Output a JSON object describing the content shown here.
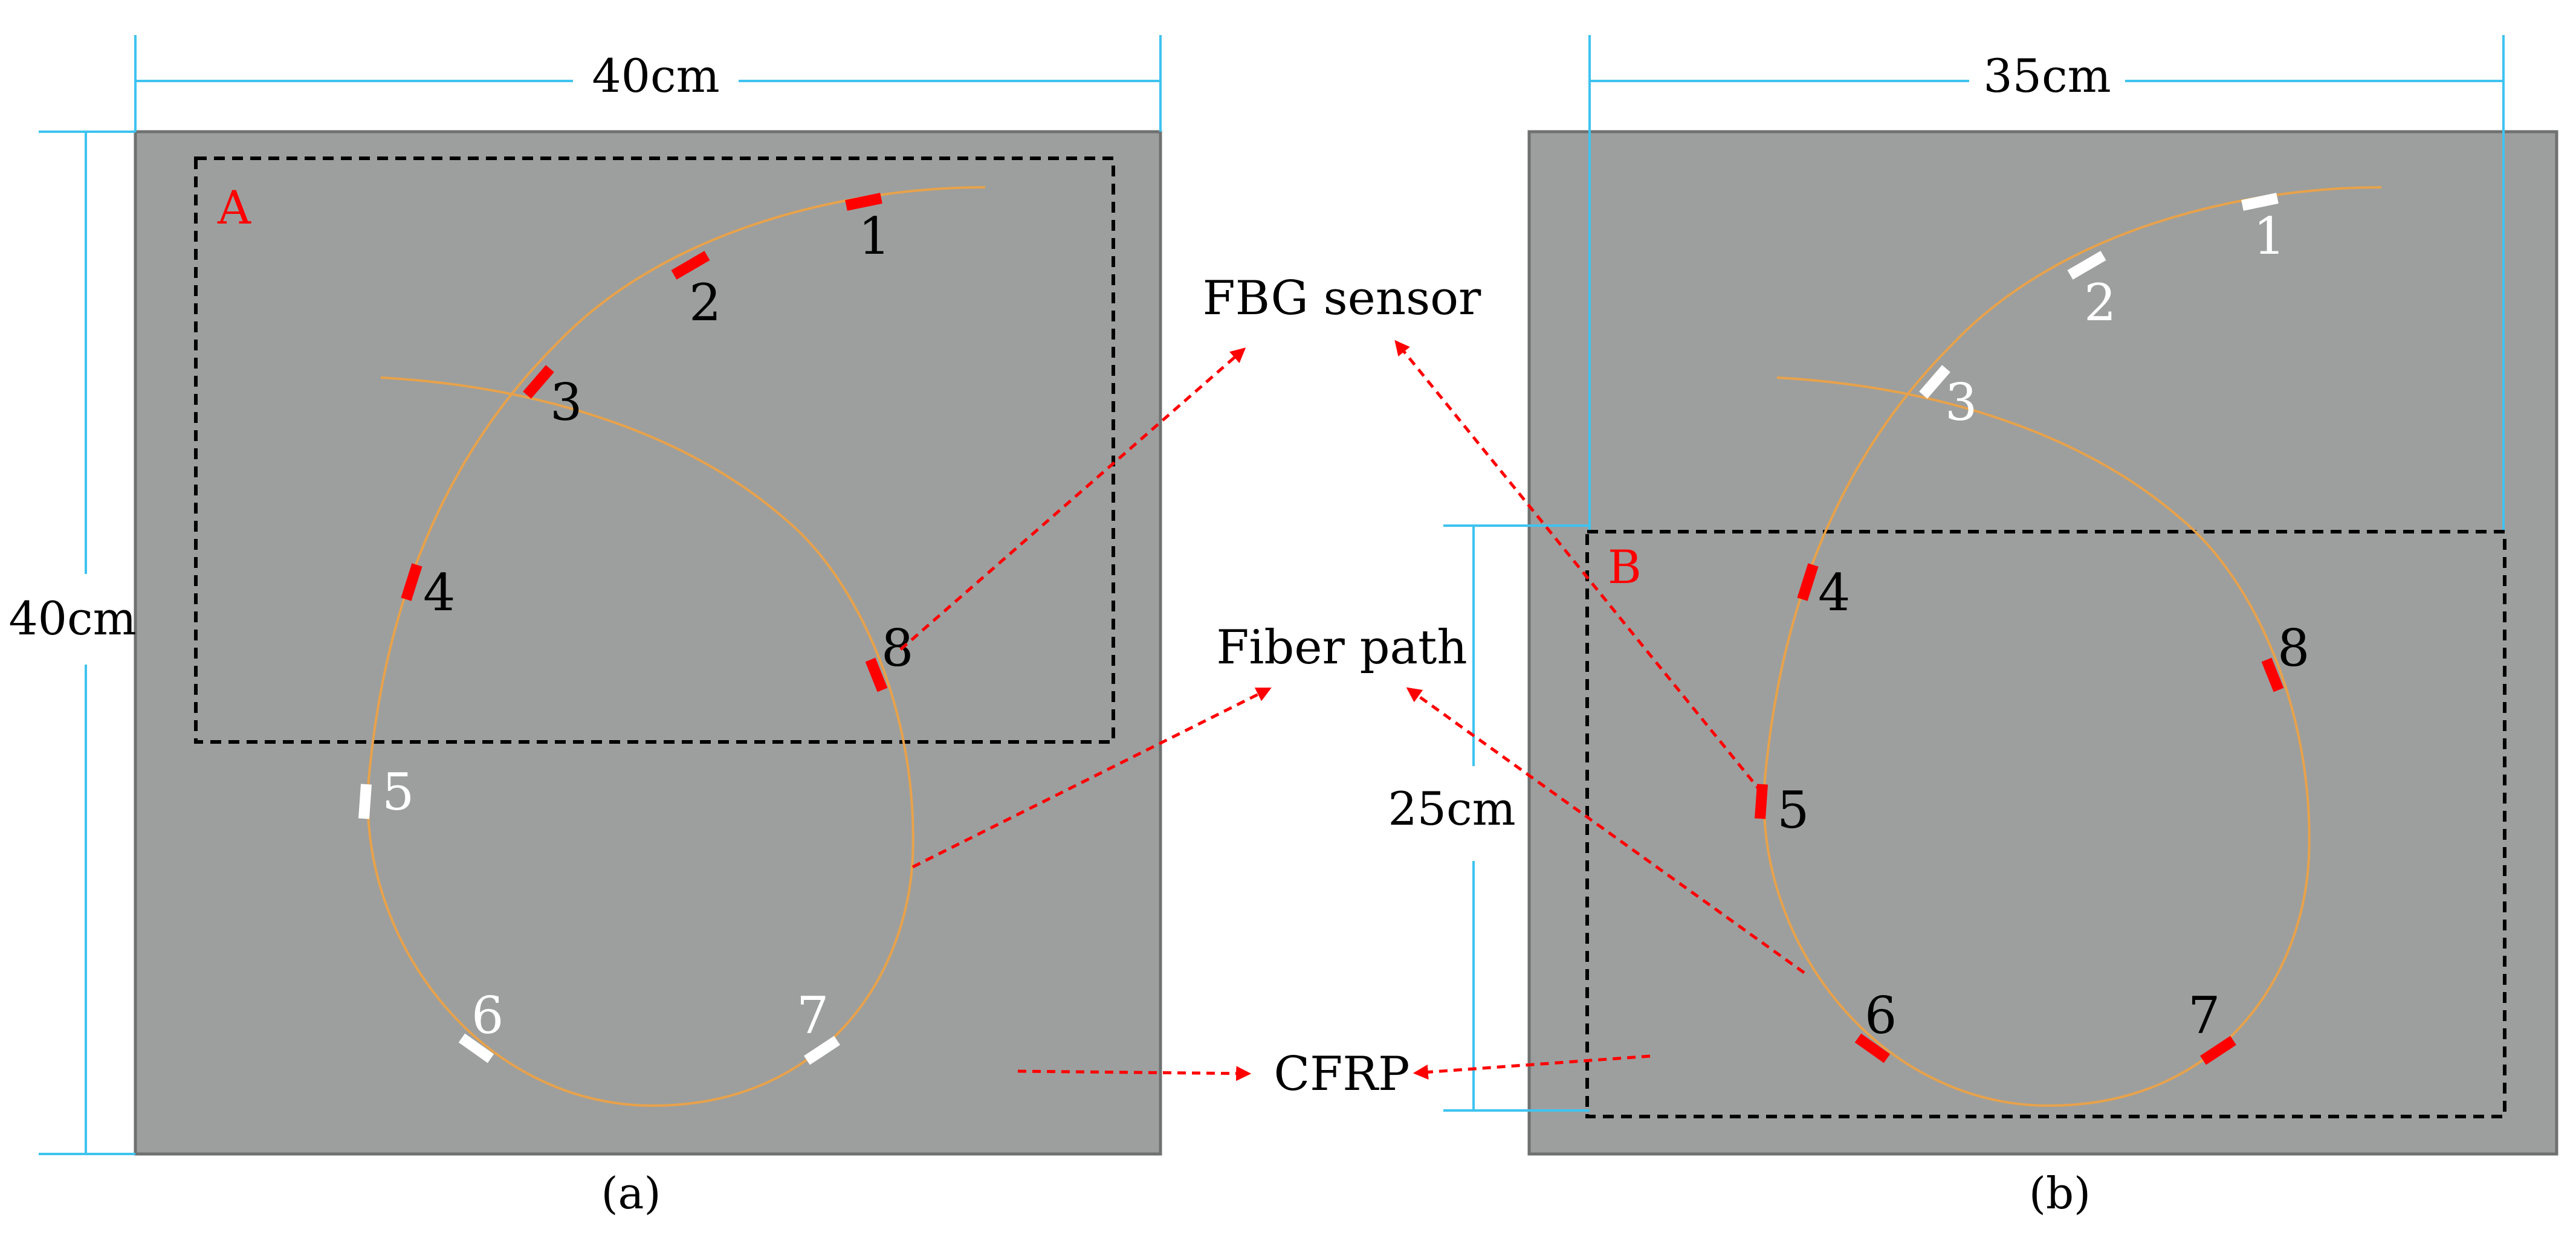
{
  "panels": [
    {
      "id": "a",
      "caption": "(a)",
      "width_label": "40cm",
      "height_label": "40cm",
      "region_label": "A",
      "sensors": [
        {
          "n": "1",
          "state": "active"
        },
        {
          "n": "2",
          "state": "active"
        },
        {
          "n": "3",
          "state": "active"
        },
        {
          "n": "4",
          "state": "active"
        },
        {
          "n": "5",
          "state": "inactive"
        },
        {
          "n": "6",
          "state": "inactive"
        },
        {
          "n": "7",
          "state": "inactive"
        },
        {
          "n": "8",
          "state": "active"
        }
      ]
    },
    {
      "id": "b",
      "caption": "(b)",
      "width_label": "35cm",
      "height_label": "25cm",
      "region_label": "B",
      "sensors": [
        {
          "n": "1",
          "state": "inactive"
        },
        {
          "n": "2",
          "state": "inactive"
        },
        {
          "n": "3",
          "state": "inactive"
        },
        {
          "n": "4",
          "state": "active"
        },
        {
          "n": "5",
          "state": "active"
        },
        {
          "n": "6",
          "state": "active"
        },
        {
          "n": "7",
          "state": "active"
        },
        {
          "n": "8",
          "state": "active"
        }
      ]
    }
  ],
  "callouts": {
    "fbg": "FBG sensor",
    "fiber": "Fiber path",
    "cfrp": "CFRP"
  },
  "colors": {
    "plate": "#9d9f9e",
    "plate_border": "#6f7170",
    "fiber": "#e8a24a",
    "active_sensor": "#ff0000",
    "inactive_sensor": "#ffffff",
    "dimension_line": "#3ec3ef",
    "arrow": "#ff0000",
    "region_label": "#ff0000"
  }
}
